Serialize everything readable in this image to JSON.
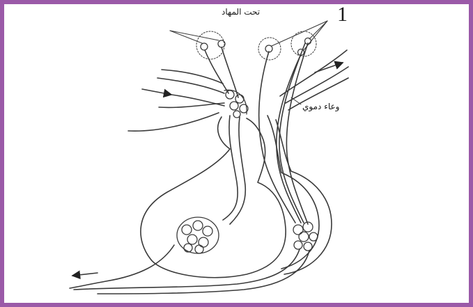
{
  "labels": {
    "hypothalamus": "تحت المهاد",
    "blood_vessel": "وعاء دموي",
    "number": "1"
  },
  "colors": {
    "frame": "#9b5aa8",
    "line": "#3a3a3a",
    "background": "#ffffff"
  }
}
